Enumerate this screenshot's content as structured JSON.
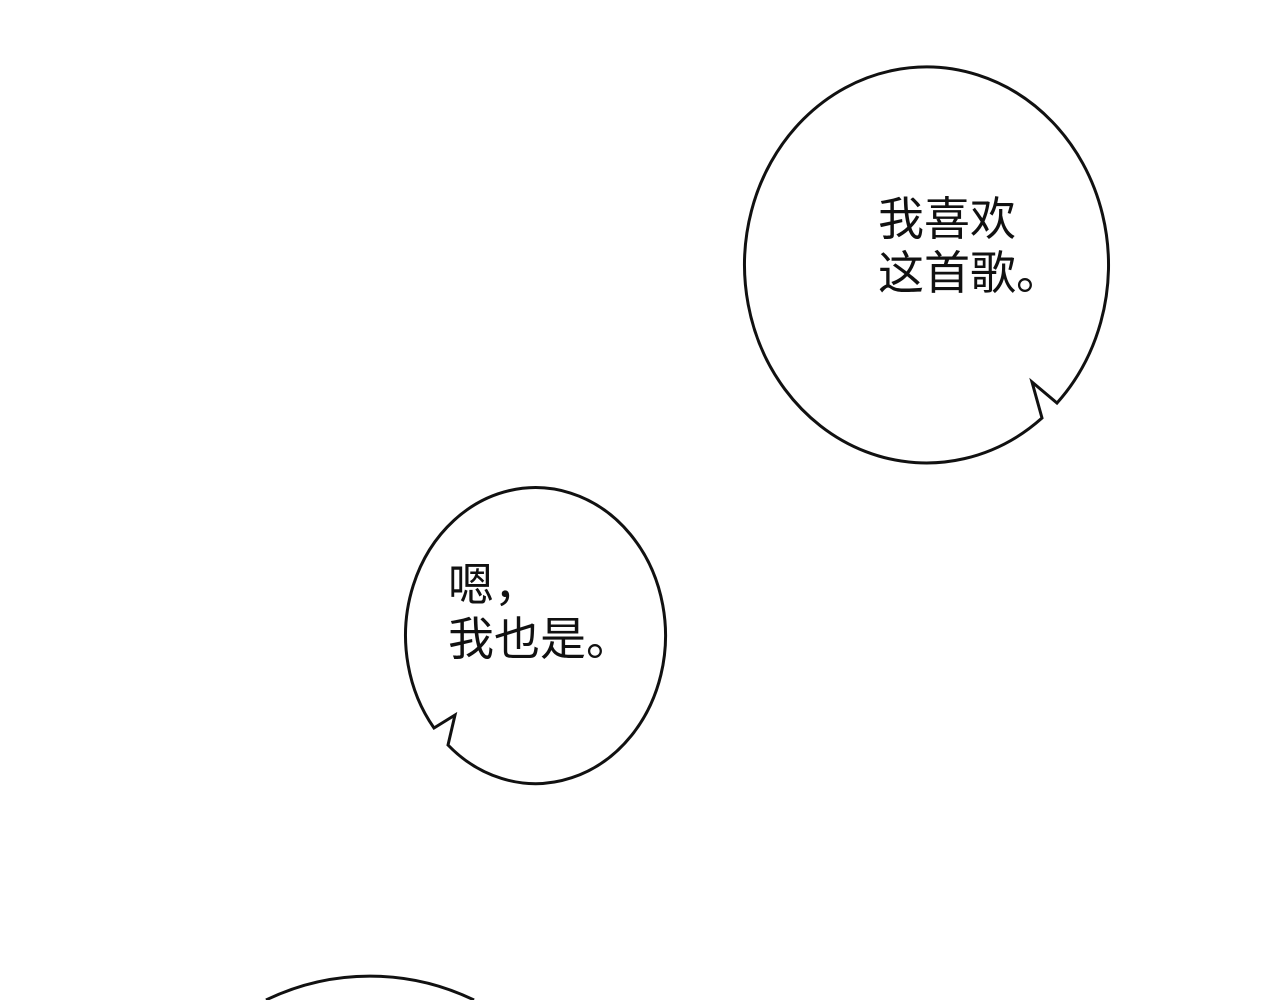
{
  "bubbles": [
    {
      "lines": [
        "我喜欢",
        "这首歌。"
      ]
    },
    {
      "lines": [
        "嗯，",
        "我也是。"
      ]
    }
  ],
  "colors": {
    "outline": "#111111",
    "background": "#ffffff"
  }
}
